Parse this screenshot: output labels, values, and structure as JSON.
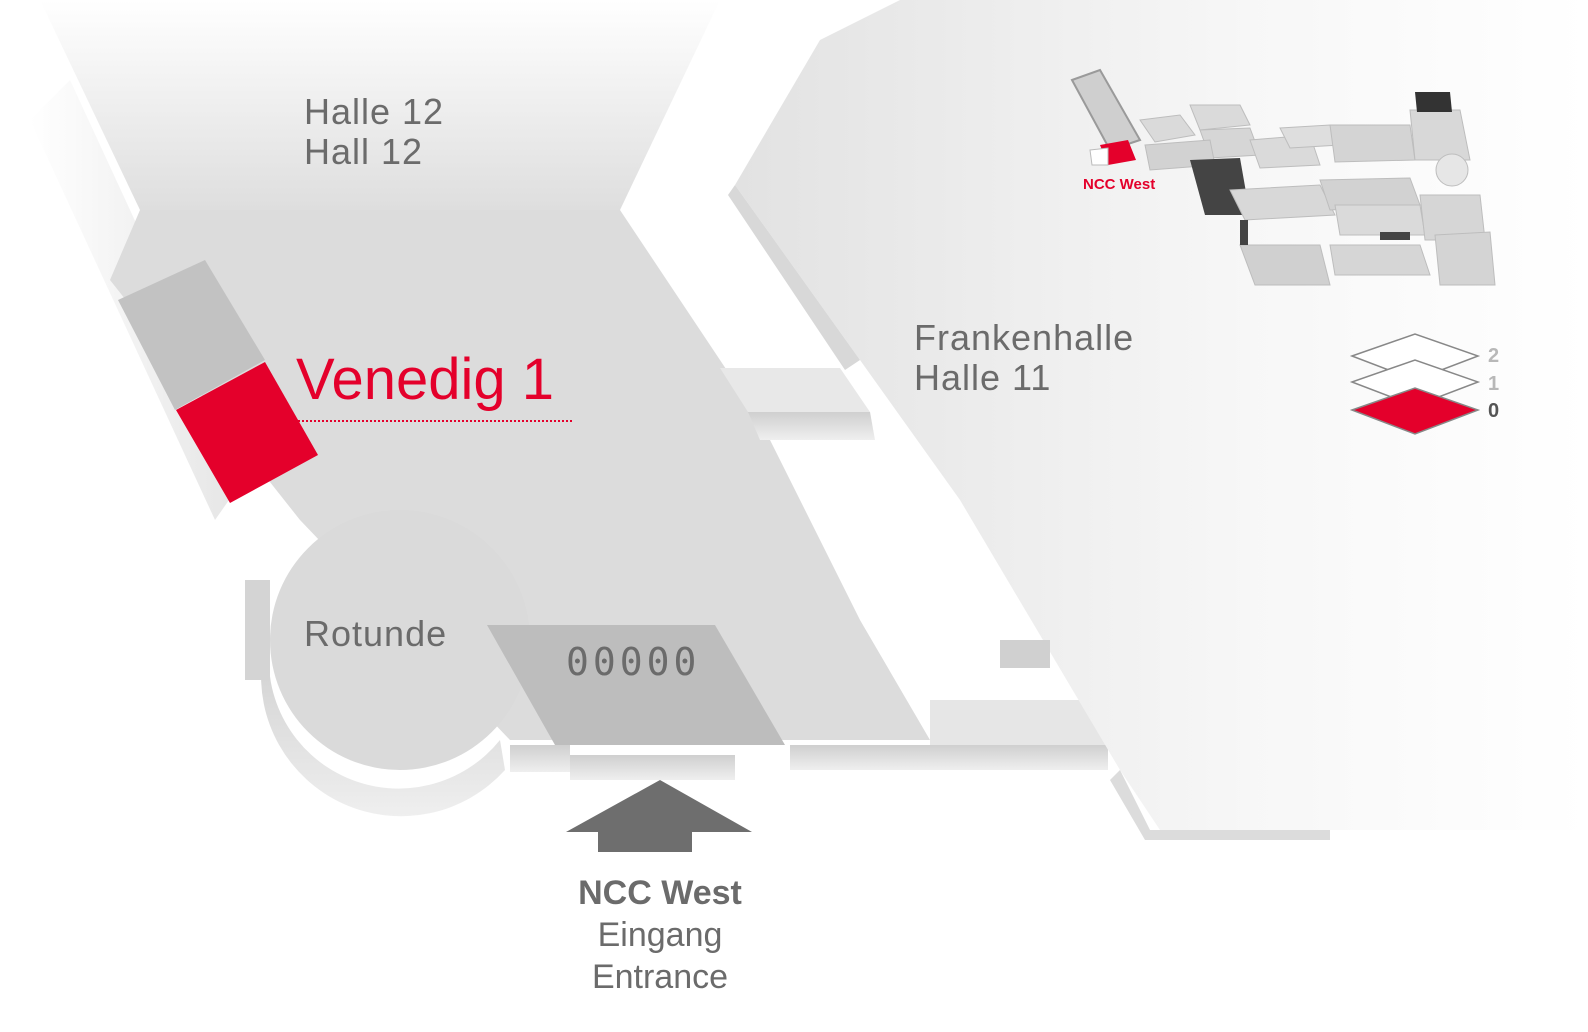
{
  "halls": {
    "halle12": {
      "line1": "Halle 12",
      "line2": "Hall 12"
    },
    "frankenhalle": {
      "line1": "Frankenhalle",
      "line2": "Halle 11"
    },
    "rotunde": "Rotunde",
    "room_code": "00000"
  },
  "venue": {
    "name": "Venedig 1",
    "color": "#e4002b"
  },
  "entrance": {
    "name": "NCC West",
    "line2": "Eingang",
    "line3": "Entrance",
    "arrow_icon": "up-arrow-icon"
  },
  "minimap": {
    "label": "NCC West"
  },
  "floors": {
    "levels": [
      "2",
      "1",
      "0"
    ],
    "active": "0"
  },
  "colors": {
    "accent": "#e4002b",
    "floor": "#dcdcdc",
    "wall": "#c8c8c8",
    "text": "#6b6b6b"
  }
}
